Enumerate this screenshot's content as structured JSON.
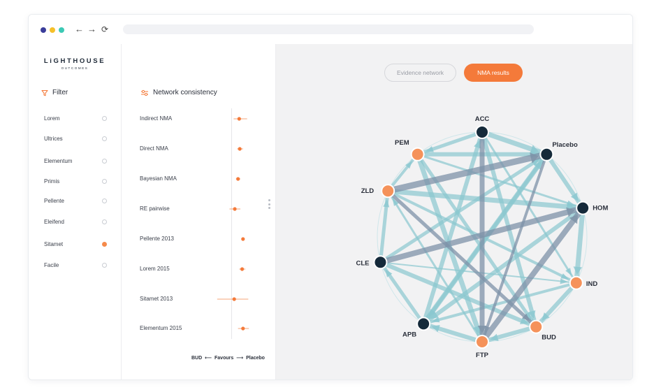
{
  "window": {
    "dots": [
      "#3a3d9a",
      "#f5c02a",
      "#3cc9b5"
    ],
    "nav": {
      "back": "←",
      "forward": "→",
      "reload": "⟳"
    }
  },
  "sidebar": {
    "logo": {
      "main": "LiGHTHOUSE",
      "sub": "OUTCOMES"
    },
    "filter_label": "Filter",
    "items": [
      {
        "label": "Lorem",
        "selected": false
      },
      {
        "label": "Ultrices",
        "selected": false
      },
      {
        "label": "Elementum",
        "selected": false
      },
      {
        "label": "Primis",
        "selected": false
      },
      {
        "label": "Pellente",
        "selected": false
      },
      {
        "label": "Eleifend",
        "selected": false
      },
      {
        "label": "Sitamet",
        "selected": true
      },
      {
        "label": "Facile",
        "selected": false
      }
    ]
  },
  "consistency": {
    "title": "Network consistency",
    "rows": [
      {
        "label": "Indirect NMA",
        "est": 0.27,
        "lo": 0.08,
        "hi": 0.54
      },
      {
        "label": "Direct NMA",
        "est": 0.29,
        "lo": 0.2,
        "hi": 0.4
      },
      {
        "label": "Bayesian NMA",
        "est": 0.23,
        "lo": 0.16,
        "hi": 0.31
      },
      {
        "label": "RE pairwise",
        "est": 0.12,
        "lo": -0.06,
        "hi": 0.31
      },
      {
        "label": "Pellente 2013",
        "est": 0.4,
        "lo": 0.37,
        "hi": 0.43
      },
      {
        "label": "Lorem 2015",
        "est": 0.37,
        "lo": 0.27,
        "hi": 0.48
      },
      {
        "label": "Sitamet 2013",
        "est": 0.1,
        "lo": -0.48,
        "hi": 0.58
      },
      {
        "label": "Elementum 2015",
        "est": 0.4,
        "lo": 0.23,
        "hi": 0.6
      }
    ],
    "favours": {
      "left": "BUD",
      "middle": "Favours",
      "right": "Placebo"
    }
  },
  "tabs": {
    "evidence": "Evidence network",
    "nma": "NMA results",
    "active": "nma"
  },
  "network": {
    "colors": {
      "dark_node": "#152a3a",
      "orange_node": "#f5925a",
      "teal_edge": "#8ac7cf",
      "slate_edge": "#7d92a8",
      "accent": "#f47a3a"
    },
    "nodes": [
      {
        "id": "ACC",
        "label": "ACC",
        "color": "dark"
      },
      {
        "id": "Placebo",
        "label": "Placebo",
        "color": "dark"
      },
      {
        "id": "HOM",
        "label": "HOM",
        "color": "dark"
      },
      {
        "id": "IND",
        "label": "IND",
        "color": "orange"
      },
      {
        "id": "BUD",
        "label": "BUD",
        "color": "orange"
      },
      {
        "id": "FTP",
        "label": "FTP",
        "color": "orange"
      },
      {
        "id": "APB",
        "label": "APB",
        "color": "dark"
      },
      {
        "id": "CLE",
        "label": "CLE",
        "color": "dark"
      },
      {
        "id": "ZLD",
        "label": "ZLD",
        "color": "orange"
      },
      {
        "id": "PEM",
        "label": "PEM",
        "color": "orange"
      }
    ],
    "edges": [
      {
        "from": "ZLD",
        "to": "Placebo",
        "weight": 9,
        "kind": "slate"
      },
      {
        "from": "CLE",
        "to": "HOM",
        "weight": 8,
        "kind": "slate"
      },
      {
        "from": "FTP",
        "to": "HOM",
        "weight": 8,
        "kind": "slate"
      },
      {
        "from": "ACC",
        "to": "FTP",
        "weight": 7,
        "kind": "slate"
      },
      {
        "from": "ZLD",
        "to": "BUD",
        "weight": 5,
        "kind": "slate"
      },
      {
        "from": "ZLD",
        "to": "HOM",
        "weight": 7,
        "kind": "teal"
      },
      {
        "from": "PEM",
        "to": "Placebo",
        "weight": 6,
        "kind": "teal"
      },
      {
        "from": "PEM",
        "to": "FTP",
        "weight": 7,
        "kind": "teal"
      },
      {
        "from": "APB",
        "to": "ACC",
        "weight": 6,
        "kind": "teal"
      },
      {
        "from": "APB",
        "to": "Placebo",
        "weight": 7,
        "kind": "teal"
      },
      {
        "from": "ACC",
        "to": "BUD",
        "weight": 6,
        "kind": "teal"
      },
      {
        "from": "Placebo",
        "to": "APB",
        "weight": 5,
        "kind": "teal"
      },
      {
        "from": "CLE",
        "to": "BUD",
        "weight": 6,
        "kind": "teal"
      },
      {
        "from": "CLE",
        "to": "Placebo",
        "weight": 5,
        "kind": "teal"
      },
      {
        "from": "PEM",
        "to": "BUD",
        "weight": 5,
        "kind": "teal"
      },
      {
        "from": "HOM",
        "to": "APB",
        "weight": 6,
        "kind": "teal"
      },
      {
        "from": "IND",
        "to": "APB",
        "weight": 4,
        "kind": "teal"
      },
      {
        "from": "ZLD",
        "to": "IND",
        "weight": 4,
        "kind": "teal"
      },
      {
        "from": "ACC",
        "to": "IND",
        "weight": 3,
        "kind": "teal"
      },
      {
        "from": "CLE",
        "to": "IND",
        "weight": 2,
        "kind": "teal"
      },
      {
        "from": "PEM",
        "to": "HOM",
        "weight": 3,
        "kind": "teal"
      },
      {
        "from": "FTP",
        "to": "ZLD",
        "weight": 3,
        "kind": "teal"
      },
      {
        "from": "ACC",
        "to": "Placebo",
        "weight": 7,
        "kind": "teal"
      },
      {
        "from": "ACC",
        "to": "PEM",
        "weight": 5,
        "kind": "teal"
      },
      {
        "from": "Placebo",
        "to": "HOM",
        "weight": 6,
        "kind": "teal"
      },
      {
        "from": "HOM",
        "to": "IND",
        "weight": 7,
        "kind": "teal"
      },
      {
        "from": "IND",
        "to": "BUD",
        "weight": 6,
        "kind": "teal"
      },
      {
        "from": "BUD",
        "to": "FTP",
        "weight": 6,
        "kind": "teal"
      },
      {
        "from": "FTP",
        "to": "APB",
        "weight": 6,
        "kind": "teal"
      },
      {
        "from": "APB",
        "to": "CLE",
        "weight": 5,
        "kind": "teal"
      },
      {
        "from": "CLE",
        "to": "ZLD",
        "weight": 5,
        "kind": "teal"
      },
      {
        "from": "ZLD",
        "to": "PEM",
        "weight": 4,
        "kind": "teal"
      },
      {
        "from": "Placebo",
        "to": "FTP",
        "weight": 4,
        "kind": "slate"
      }
    ]
  }
}
